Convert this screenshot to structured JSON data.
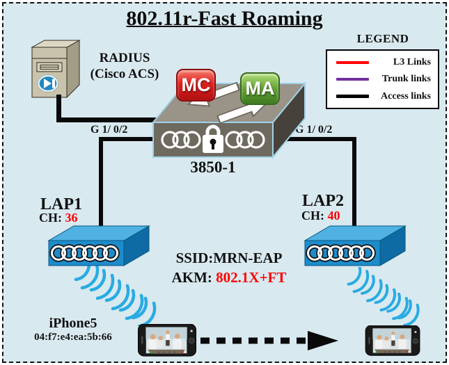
{
  "title": "802.11r-Fast Roaming",
  "colors": {
    "background": "#d9e9f0",
    "highlight_red": "#ff0000",
    "wave_blue": "#29abe2",
    "mc_badge_red": "#c41414",
    "ma_badge_green": "#5f9e33"
  },
  "legend": {
    "title": "LEGEND",
    "items": [
      {
        "label": "L3 Links",
        "color": "#ff0000"
      },
      {
        "label": "Trunk links",
        "color": "#7030a0"
      },
      {
        "label": "Access links",
        "color": "#000000"
      }
    ]
  },
  "radius_server": {
    "icon": "server-tower-icon",
    "name_line1": "RADIUS",
    "name_line2": "(Cisco ACS)"
  },
  "switch": {
    "icon": "cisco-3850-switch-icon",
    "name": "3850-1",
    "mc_badge": "MC",
    "ma_badge": "MA",
    "left_port": "G 1/ 0/2",
    "right_port": "G 1/ 0/2"
  },
  "access_points": [
    {
      "icon": "access-point-icon",
      "name": "LAP1",
      "channel_label": "CH:",
      "channel": "36"
    },
    {
      "icon": "access-point-icon",
      "name": "LAP2",
      "channel_label": "CH:",
      "channel": "40"
    }
  ],
  "wlan": {
    "ssid": "SSID:MRN-EAP",
    "akm_label": "AKM:",
    "akm_value": "802.1X+FT"
  },
  "client": {
    "icon": "iphone-icon",
    "name": "iPhone5",
    "mac": "04:f7:e4:ea:5b:66"
  }
}
